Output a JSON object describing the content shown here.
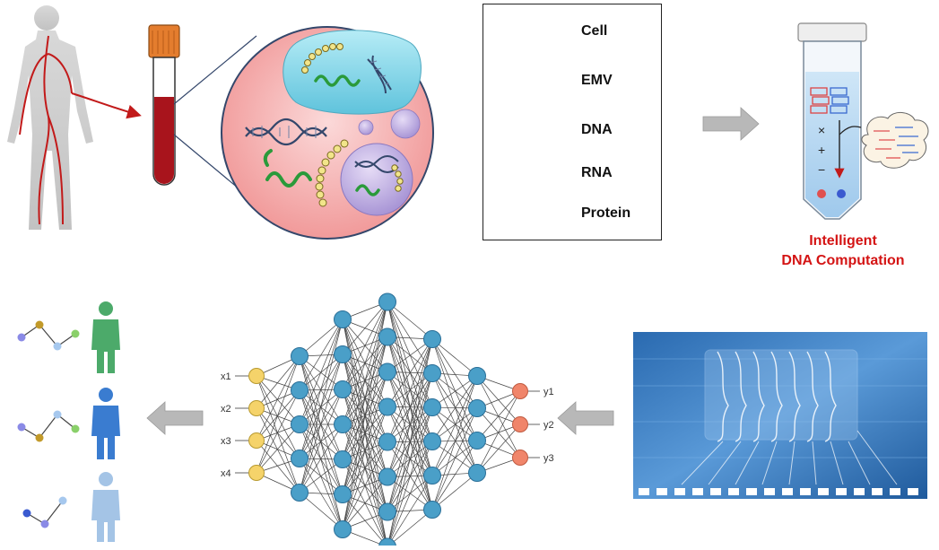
{
  "legend": {
    "items": [
      {
        "name": "cell",
        "label": "Cell"
      },
      {
        "name": "emv",
        "label": "EMV"
      },
      {
        "name": "dna",
        "label": "DNA"
      },
      {
        "name": "rna",
        "label": "RNA"
      },
      {
        "name": "protein",
        "label": "Protein"
      }
    ]
  },
  "computation_title": {
    "line1": "Intelligent",
    "line2": "DNA Computation"
  },
  "tube_ops": [
    "×",
    "+",
    "−"
  ],
  "network": {
    "inputs": [
      "x1",
      "x2",
      "x3",
      "x4"
    ],
    "outputs": [
      "y1",
      "y2",
      "y3"
    ],
    "layer_sizes": [
      4,
      5,
      7,
      8,
      6,
      4,
      3
    ]
  },
  "colors": {
    "blood": "#a8141c",
    "cell": "#8fd9ea",
    "emv": "#c9b8e8",
    "dna_strand": "#34476b",
    "rna": "#2a9a3a",
    "protein": "#f2e58a",
    "sample_circle": "#f6b6b6",
    "title_red": "#d41414",
    "input_node": "#f5d36a",
    "hidden_node": "#4a9fc8",
    "output_node": "#f0856a",
    "patient_green": "#4caa6a",
    "patient_blue": "#3a7cd0",
    "patient_light": "#a4c4e6",
    "arrow_gray": "#b8b8b8"
  }
}
